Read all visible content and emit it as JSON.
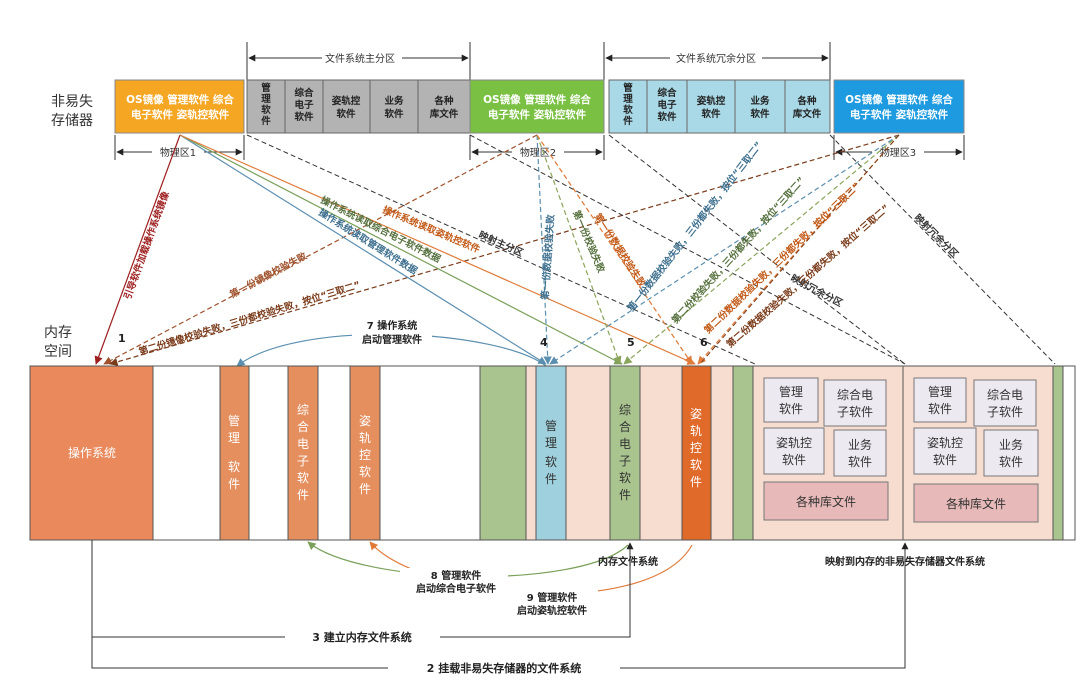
{
  "labels": {
    "nvm": [
      "非易失",
      "存储器"
    ],
    "mem": [
      "内存",
      "空间"
    ],
    "fs_main": "文件系统主分区",
    "fs_red": "文件系统冗余分区",
    "phys1": "物理区1",
    "phys2": "物理区2",
    "phys3": "物理区3",
    "os_mem": "操作系统",
    "mem_fs": "内存文件系统",
    "mapped_fs": "映射到内存的非易失存储器文件系统"
  },
  "phys_block_text": [
    [
      "OS镜像 管理软件 综合",
      "电子软件 姿轨控软件"
    ]
  ],
  "partition_cells": [
    [
      "管",
      "理",
      "软",
      "件"
    ],
    [
      "综合",
      "电子",
      "软件"
    ],
    [
      "姿轨控",
      "软件"
    ],
    [
      "业务",
      "软件"
    ],
    [
      "各种",
      "库文件"
    ]
  ],
  "mem_apps": {
    "mgmt": [
      "管",
      "理",
      "软",
      "件"
    ],
    "integ": [
      "综",
      "合",
      "电",
      "子",
      "软",
      "件"
    ],
    "att": [
      "姿",
      "轨",
      "控",
      "软",
      "件"
    ]
  },
  "mapped_boxes": {
    "mgmt": [
      "管理",
      "软件"
    ],
    "integ": [
      "综合电",
      "子软件"
    ],
    "att": [
      "姿轨控",
      "软件"
    ],
    "biz": [
      "业务",
      "软件"
    ],
    "lib": "各种库文件"
  },
  "diag": {
    "boot_load": "引导软件加载操作系统镜像",
    "fail1": "第一份镜像校验失败",
    "fail12": "第二份镜像校验失败，三份都校验失败，按位“三取二”",
    "os_read_mgmt": "操作系统读取管理软件数据",
    "os_read_integ": "操作系统读取综合电子软件数据",
    "os_read_att": "操作系统读取姿轨控软件",
    "map_main": "映射主分区",
    "map_red1": "映射冗余分区",
    "map_red2": "映射冗余分区",
    "data_fail1": "第一份数据校验失败",
    "fail_first": "第一份校验失败",
    "data_fail_b": "第一份数据校验失败",
    "d2a": "第一份数据校验失败，三份都失败，按位“三取二”",
    "d2b": "第二份校验失败，三份都失败，按位“三取二”",
    "d2c": "第二份数据校验失败，三份都失败，按位“三取二”",
    "d2d": "第二份数据校验失败，三份都失败，按位“三取二”"
  },
  "steps": {
    "s1": "1",
    "s4": "4",
    "s5": "5",
    "s6": "6",
    "s7": [
      "7 操作系统",
      "启动管理软件"
    ],
    "s8": [
      "8 管理软件",
      "启动综合电子软件"
    ],
    "s9": [
      "9 管理软件",
      "启动姿轨控软件"
    ],
    "s3": "3 建立内存文件系统",
    "s2": "2 挂载非易失存储器的文件系统"
  },
  "colors": {
    "orange_block": "#f5a623",
    "green_block": "#7ac143",
    "blue_block": "#1e9be0",
    "gray_cell": "#b3b3b3",
    "cyan_cell": "#a9d9e6",
    "os_mem": "#e9895c",
    "app_orange": "#e58f5f",
    "app_blue": "#9fd0dd",
    "app_green": "#a9c48f",
    "app_dark_orange": "#e06a2a",
    "peach": "#f7ddd0",
    "pink_box": "#e7b9b9"
  }
}
